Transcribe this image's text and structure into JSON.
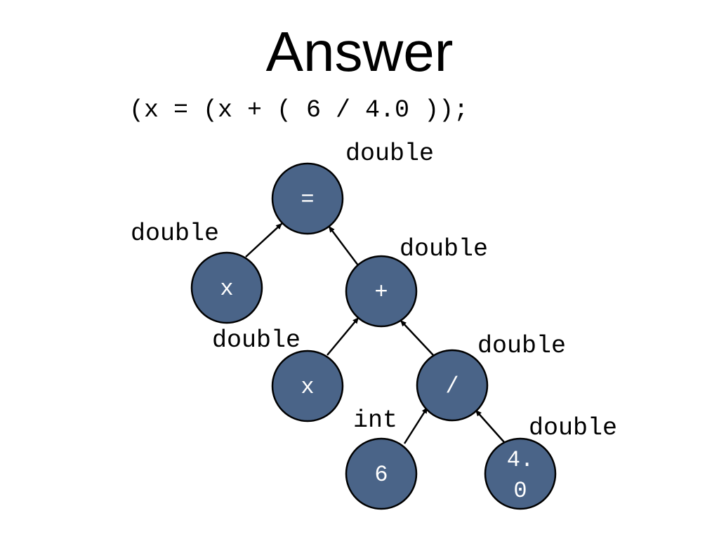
{
  "title": "Answer",
  "expression": "(x = (x + ( 6 / 4.0 ));",
  "colors": {
    "node_fill": "#4a6488",
    "node_text": "#ffffff",
    "edge": "#000000"
  },
  "tree": {
    "nodes": {
      "assign": {
        "label": "=",
        "type": "double"
      },
      "x1": {
        "label": "x",
        "type": "double"
      },
      "plus": {
        "label": "+",
        "type": "double"
      },
      "x2": {
        "label": "x",
        "type": "double"
      },
      "div": {
        "label": "/",
        "type": "double"
      },
      "six": {
        "label": "6",
        "type": "int"
      },
      "four": {
        "label_line1": "4.",
        "label_line2": "0",
        "type": "double"
      }
    },
    "edges": [
      [
        "x1",
        "assign"
      ],
      [
        "plus",
        "assign"
      ],
      [
        "x2",
        "plus"
      ],
      [
        "div",
        "plus"
      ],
      [
        "six",
        "div"
      ],
      [
        "four",
        "div"
      ]
    ]
  }
}
